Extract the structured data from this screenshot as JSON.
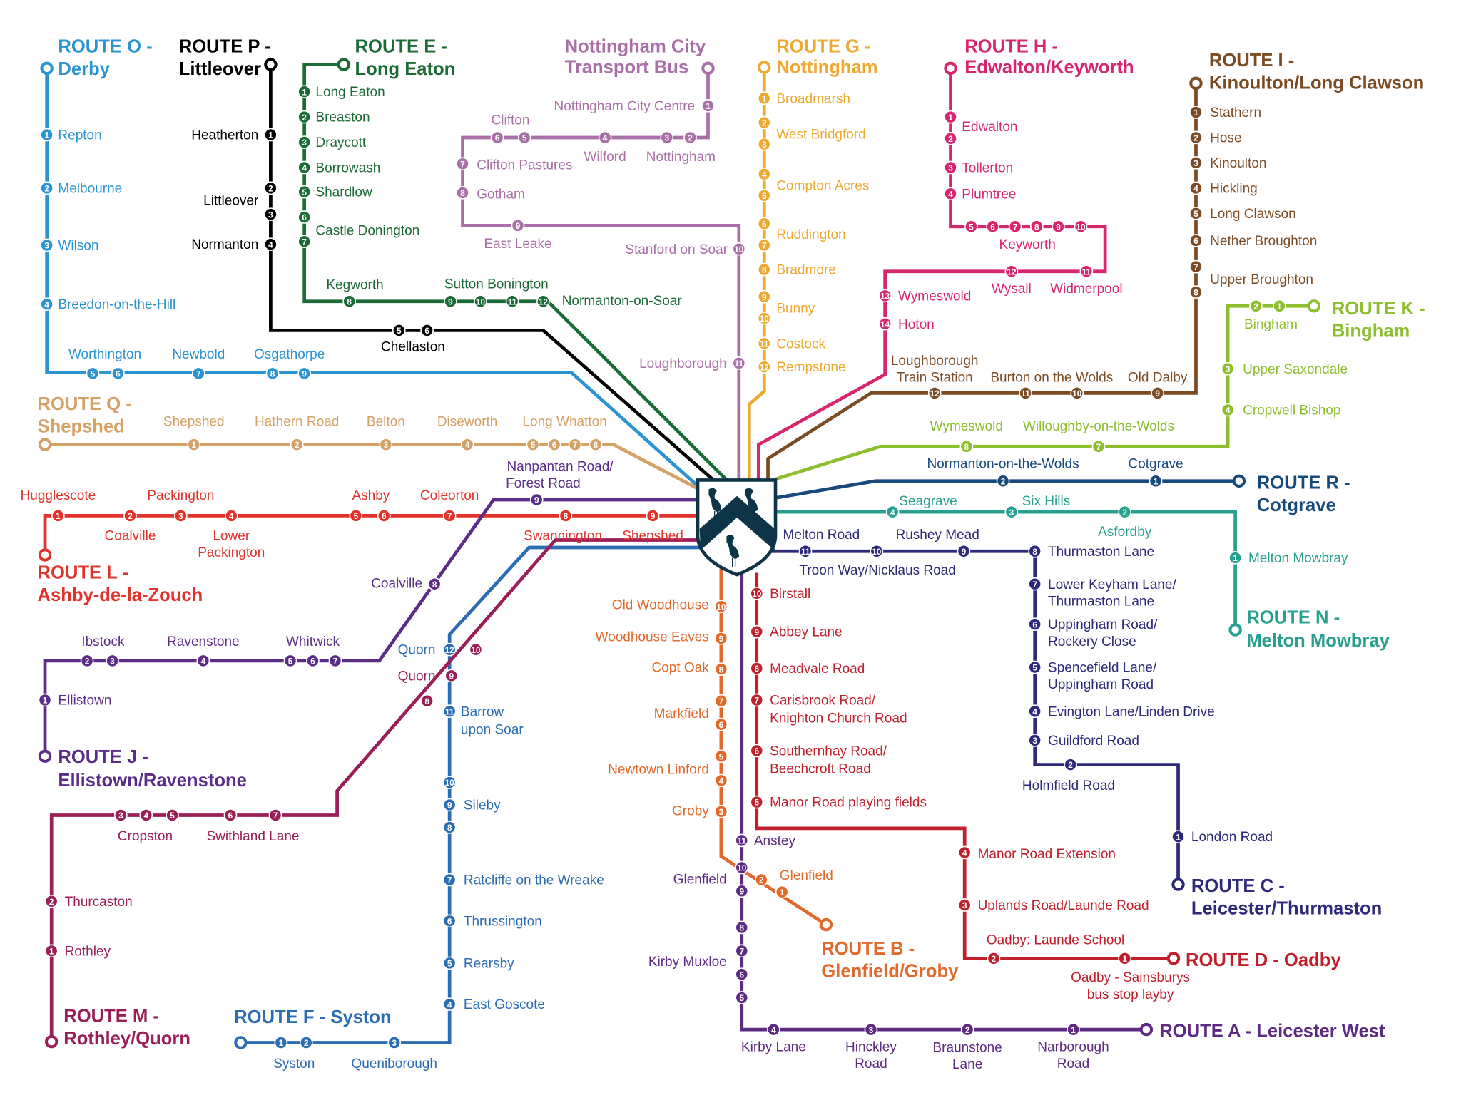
{
  "routes": {
    "O": {
      "color": "#2b93d1",
      "title": [
        "ROUTE O -",
        "Derby"
      ],
      "stops": [
        "1",
        "2",
        "3",
        "4",
        "5",
        "6",
        "7",
        "8",
        "9"
      ],
      "labels": [
        "Repton",
        "Melbourne",
        "Wilson",
        "Breedon-on-the-Hill",
        "Worthington",
        "Newbold",
        "Osgathorpe"
      ]
    },
    "P": {
      "color": "#000000",
      "title": [
        "ROUTE P -",
        "Littleover"
      ],
      "stops": [
        "1",
        "2",
        "3",
        "4",
        "5",
        "6"
      ],
      "labels": [
        "Heatherton",
        "Littleover",
        "Normanton",
        "Chellaston"
      ]
    },
    "E": {
      "color": "#1b6b36",
      "title": [
        "ROUTE E -",
        "Long Eaton"
      ],
      "stops": [
        "1",
        "2",
        "3",
        "4",
        "5",
        "6",
        "7",
        "8",
        "9",
        "10",
        "11",
        "12"
      ],
      "labels": [
        "Long Eaton",
        "Breaston",
        "Draycott",
        "Borrowash",
        "Shardlow",
        "Castle Donington",
        "Kegworth",
        "Sutton Bonington",
        "Normanton-on-Soar"
      ]
    },
    "NC": {
      "color": "#a96fa7",
      "title": [
        "Nottingham City",
        "Transport Bus"
      ],
      "stops": [
        "1",
        "2",
        "3",
        "4",
        "5",
        "6",
        "7",
        "8",
        "9",
        "10",
        "11"
      ],
      "labels": [
        "Nottingham City Centre",
        "Nottingham",
        "Wilford",
        "Clifton",
        "Clifton Pastures",
        "Gotham",
        "East Leake",
        "Stanford on Soar",
        "Loughborough"
      ]
    },
    "G": {
      "color": "#eea932",
      "title": [
        "ROUTE G -",
        "Nottingham"
      ],
      "stops": [
        "1",
        "2",
        "3",
        "4",
        "5",
        "6",
        "7",
        "8",
        "9",
        "10",
        "11",
        "12"
      ],
      "labels": [
        "Broadmarsh",
        "West Bridgford",
        "Compton Acres",
        "Ruddington",
        "Bradmore",
        "Bunny",
        "Costock",
        "Rempstone"
      ]
    },
    "H": {
      "color": "#d7256e",
      "title": [
        "ROUTE H -",
        "Edwalton/Keyworth"
      ],
      "stops": [
        "1",
        "2",
        "3",
        "4",
        "5",
        "6",
        "7",
        "8",
        "9",
        "10",
        "11",
        "12",
        "13",
        "14"
      ],
      "labels": [
        "Edwalton",
        "Tollerton",
        "Plumtree",
        "Keyworth",
        "Widmerpool",
        "Wysall",
        "Wymeswold",
        "Hoton"
      ]
    },
    "I": {
      "color": "#7b4b23",
      "title": [
        "ROUTE I -",
        "Kinoulton/Long Clawson"
      ],
      "stops": [
        "1",
        "2",
        "3",
        "4",
        "5",
        "6",
        "7",
        "8",
        "9",
        "10",
        "11",
        "12"
      ],
      "labels": [
        "Stathern",
        "Hose",
        "Kinoulton",
        "Hickling",
        "Long Clawson",
        "Nether Broughton",
        "Upper Broughton",
        "Old Dalby",
        "Burton on the Wolds",
        "Loughborough",
        "Train Station"
      ]
    },
    "K": {
      "color": "#8dbe2f",
      "title": [
        "ROUTE K -",
        "Bingham"
      ],
      "stops": [
        "1",
        "2",
        "3",
        "4",
        "7",
        "8"
      ],
      "labels": [
        "Bingham",
        "Upper Saxondale",
        "Cropwell Bishop",
        "Willoughby-on-the-Wolds",
        "Wymeswold"
      ]
    },
    "R": {
      "color": "#17497b",
      "title": [
        "ROUTE R -",
        "Cotgrave"
      ],
      "stops": [
        "1",
        "2"
      ],
      "labels": [
        "Cotgrave",
        "Normanton-on-the-Wolds"
      ]
    },
    "N": {
      "color": "#28a08f",
      "title": [
        "ROUTE N -",
        "Melton Mowbray"
      ],
      "stops": [
        "1",
        "2",
        "3",
        "4"
      ],
      "labels": [
        "Melton Mowbray",
        "Asfordby",
        "Six Hills",
        "Seagrave"
      ]
    },
    "C": {
      "color": "#2e2a79",
      "title": [
        "ROUTE C -",
        "Leicester/Thurmaston"
      ],
      "stops": [
        "11",
        "10",
        "9",
        "8",
        "7",
        "6",
        "5",
        "4",
        "3",
        "2",
        "1"
      ],
      "labels": [
        "Melton Road",
        "Troon Way/Nicklaus Road",
        "Rushey Mead",
        "Thurmaston Lane",
        "Lower Keyham Lane/",
        "Thurmaston Lane",
        "Uppingham Road/",
        "Rockery Close",
        "Spencefield Lane/",
        "Uppingham Road",
        "Evington Lane/Linden Drive",
        "Guildford Road",
        "Holmfield Road",
        "London Road"
      ]
    },
    "L": {
      "color": "#e1332b",
      "title": [
        "ROUTE L -",
        "Ashby-de-la-Zouch"
      ],
      "stops": [
        "1",
        "2",
        "3",
        "4",
        "5",
        "6",
        "7",
        "8",
        "9"
      ],
      "labels": [
        "Hugglescote",
        "Coalville",
        "Packington",
        "Lower",
        "Packington",
        "Ashby",
        "Coleorton",
        "Swannington",
        "Shepshed"
      ]
    },
    "Q": {
      "color": "#d4a166",
      "title": [
        "ROUTE Q -",
        "Shepshed"
      ],
      "stops": [
        "1",
        "2",
        "3",
        "4",
        "5",
        "6",
        "7",
        "8"
      ],
      "labels": [
        "Shepshed",
        "Hathern Road",
        "Belton",
        "Diseworth",
        "Long Whatton"
      ]
    },
    "J": {
      "color": "#5c2d88",
      "title": [
        "ROUTE J -",
        "Ellistown/Ravenstone"
      ],
      "stops": [
        "9",
        "8",
        "7",
        "6",
        "5",
        "4",
        "3",
        "2",
        "1"
      ],
      "labels": [
        "Nanpantan Road/",
        "Forest Road",
        "Coalville",
        "Whitwick",
        "Ravenstone",
        "Ibstock",
        "Ellistown"
      ]
    },
    "F": {
      "color": "#2b6db4",
      "title": [
        "ROUTE F - Syston"
      ],
      "stops": [
        "12",
        "11",
        "10",
        "9",
        "8",
        "7",
        "6",
        "5",
        "4",
        "3",
        "2",
        "1"
      ],
      "labels": [
        "Quorn",
        "Barrow",
        "upon Soar",
        "Sileby",
        "Ratcliffe on the Wreake",
        "Thrussington",
        "Rearsby",
        "East Goscote",
        "Queniborough",
        "Syston"
      ]
    },
    "M": {
      "color": "#9b1f57",
      "title": [
        "ROUTE M -",
        "Rothley/Quorn"
      ],
      "stops": [
        "10",
        "9",
        "8",
        "7",
        "6",
        "5",
        "4",
        "3",
        "2",
        "1"
      ],
      "labels": [
        "Quorn",
        "Swithland Lane",
        "Cropston",
        "Thurcaston",
        "Rothley"
      ]
    },
    "B": {
      "color": "#e2692b",
      "title": [
        "ROUTE B -",
        "Glenfield/Groby"
      ],
      "stops": [
        "10",
        "9",
        "8",
        "7",
        "6",
        "5",
        "4",
        "3",
        "2",
        "1"
      ],
      "labels": [
        "Old Woodhouse",
        "Woodhouse Eaves",
        "Copt Oak",
        "Markfield",
        "Newtown Linford",
        "Groby",
        "Glenfield"
      ]
    },
    "D": {
      "color": "#c0202b",
      "title": [
        "ROUTE D - Oadby"
      ],
      "stops": [
        "10",
        "9",
        "8",
        "7",
        "6",
        "5",
        "4",
        "3",
        "2",
        "1"
      ],
      "labels": [
        "Birstall",
        "Abbey Lane",
        "Meadvale Road",
        "Carisbrook Road/",
        "Knighton Church Road",
        "Southernhay Road/",
        "Beechcroft Road",
        "Manor Road playing fields",
        "Manor Road Extension",
        "Uplands Road/Launde Road",
        "Oadby: Launde School",
        "Oadby - Sainsburys",
        "bus stop layby"
      ]
    },
    "A": {
      "color": "#5e2b83",
      "title": [
        "ROUTE A - Leicester West"
      ],
      "stops": [
        "11",
        "10",
        "9",
        "8",
        "7",
        "6",
        "5",
        "4",
        "3",
        "2",
        "1"
      ],
      "labels": [
        "Anstey",
        "Glenfield",
        "Kirby Muxloe",
        "Kirby Lane",
        "Hinckley",
        "Road",
        "Braunstone",
        "Lane",
        "Narborough",
        "Road"
      ]
    }
  },
  "crest": {
    "color": "#0e3547"
  }
}
